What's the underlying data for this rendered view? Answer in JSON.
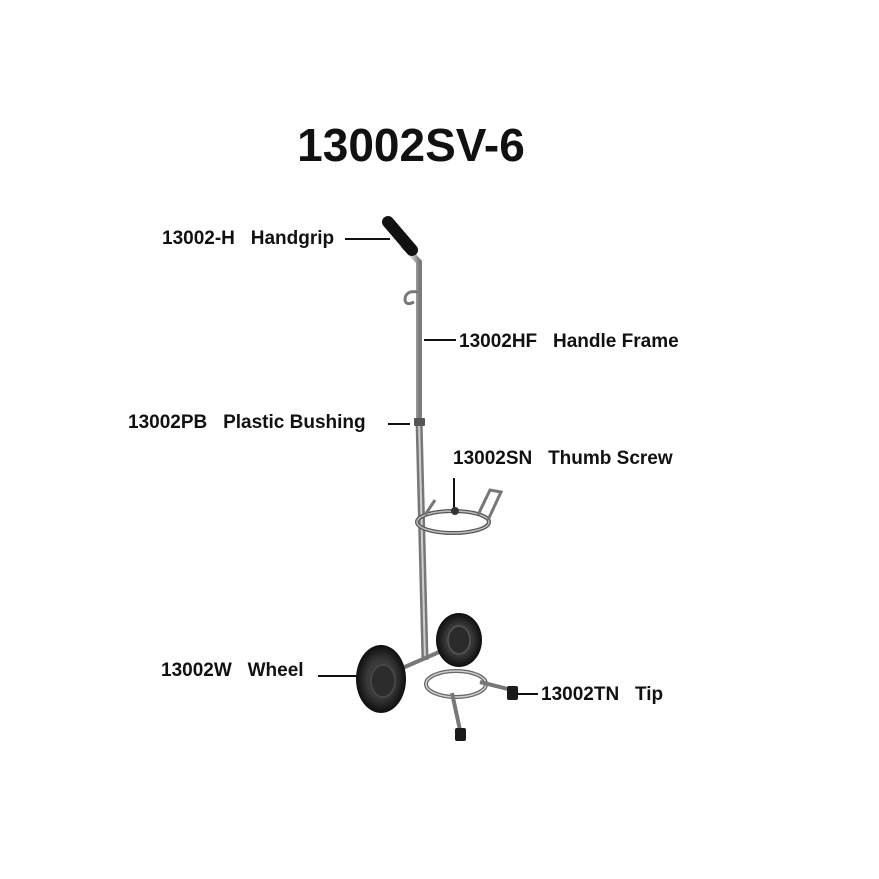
{
  "title": "13002SV-6",
  "parts": [
    {
      "code": "13002-H",
      "name": "Handgrip"
    },
    {
      "code": "13002HF",
      "name": "Handle Frame"
    },
    {
      "code": "13002PB",
      "name": "Plastic Bushing"
    },
    {
      "code": "13002SN",
      "name": "Thumb Screw"
    },
    {
      "code": "13002W",
      "name": "Wheel"
    },
    {
      "code": "13002TN",
      "name": "Tip"
    }
  ]
}
